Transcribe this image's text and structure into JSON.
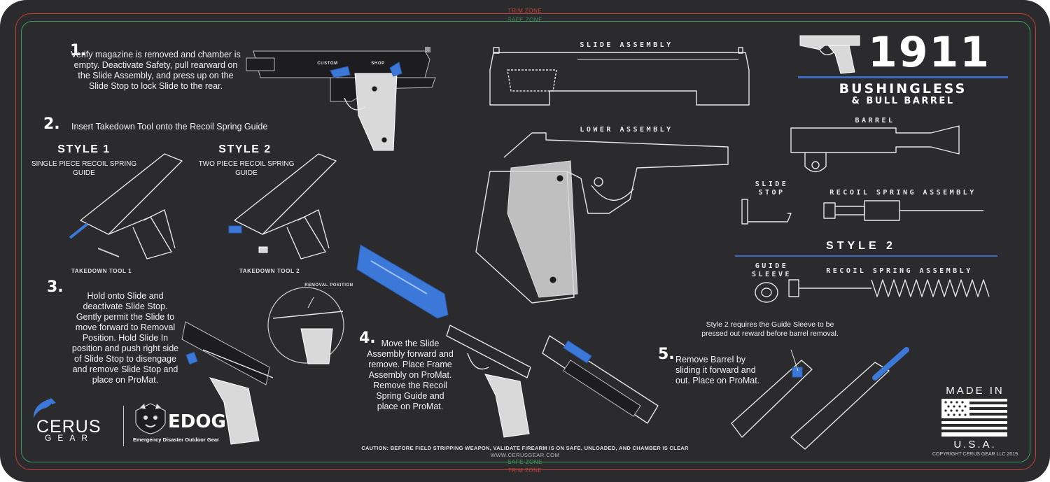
{
  "zones": {
    "trim_label": "TRIM ZONE",
    "safe_label": "SAFE ZONE"
  },
  "colors": {
    "mat": "#2b2b2d",
    "trim": "#c1403a",
    "safe": "#3f9a5e",
    "accent": "#3b78d8"
  },
  "header": {
    "title": "1911",
    "subtitle": "BUSHINGLESS",
    "subtitle_small": "& BULL BARREL"
  },
  "parts": {
    "slide_assembly": "SLIDE ASSEMBLY",
    "lower_assembly": "LOWER ASSEMBLY",
    "barrel": "BARREL",
    "slide_stop": "SLIDE STOP",
    "recoil_spring_assembly": "RECOIL SPRING ASSEMBLY",
    "style2_heading": "STYLE 2",
    "guide_sleeve": "GUIDE SLEEVE",
    "recoil_spring_assembly_2": "RECOIL SPRING ASSEMBLY"
  },
  "steps": {
    "s1": {
      "number": "1.",
      "text": "Verify magazine is removed and chamber is empty. Deactivate Safety, pull rearward on the Slide Assembly, and press up on the Slide Stop to lock Slide to the rear."
    },
    "s2": {
      "number": "2.",
      "text": "Insert Takedown Tool onto the Recoil Spring Guide"
    },
    "style1": {
      "heading": "STYLE 1",
      "desc": "SINGLE PIECE RECOIL SPRING GUIDE",
      "tool": "TAKEDOWN TOOL 1"
    },
    "style2": {
      "heading": "STYLE 2",
      "desc": "TWO PIECE RECOIL SPRING GUIDE",
      "tool": "TAKEDOWN TOOL 2"
    },
    "s3": {
      "number": "3.",
      "text": "Hold onto Slide and deactivate Slide Stop. Gently permit the Slide to move forward to Removal Position. Hold Slide In position and push right side of Slide Stop to disengage and remove Slide Stop and place on ProMat.",
      "removal_position": "REMOVAL POSITION"
    },
    "s4": {
      "number": "4.",
      "text": "Move the Slide Assembly forward and remove. Place Frame Assembly on ProMat. Remove the Recoil Spring Guide and place on ProMat."
    },
    "s5": {
      "number": "5.",
      "text": "Remove Barrel by sliding it forward and out. Place on ProMat.",
      "note": "Style 2 requires the Guide Sleeve to be pressed out reward before barrel removal."
    }
  },
  "gun_engraving": {
    "left": "CUSTOM",
    "right": "SHOP"
  },
  "footer": {
    "caution": "CAUTION: BEFORE FIELD STRIPPING WEAPON, VALIDATE FIREARM IS ON SAFE, UNLOADED, AND CHAMBER IS CLEAR",
    "website": "WWW.CERUSGEAR.COM",
    "made_in": "MADE IN",
    "usa": "U.S.A.",
    "copyright": "COPYRIGHT CERUS GEAR LLC 2019"
  },
  "brands": {
    "cerus_name": "CERUS",
    "cerus_sub": "GEAR",
    "edog_name": "EDOG",
    "edog_sub": "Emergency Disaster Outdoor Gear"
  },
  "icons": [
    "pistol-icon",
    "us-flag-icon",
    "cerus-logo-icon",
    "edog-badge-icon"
  ]
}
